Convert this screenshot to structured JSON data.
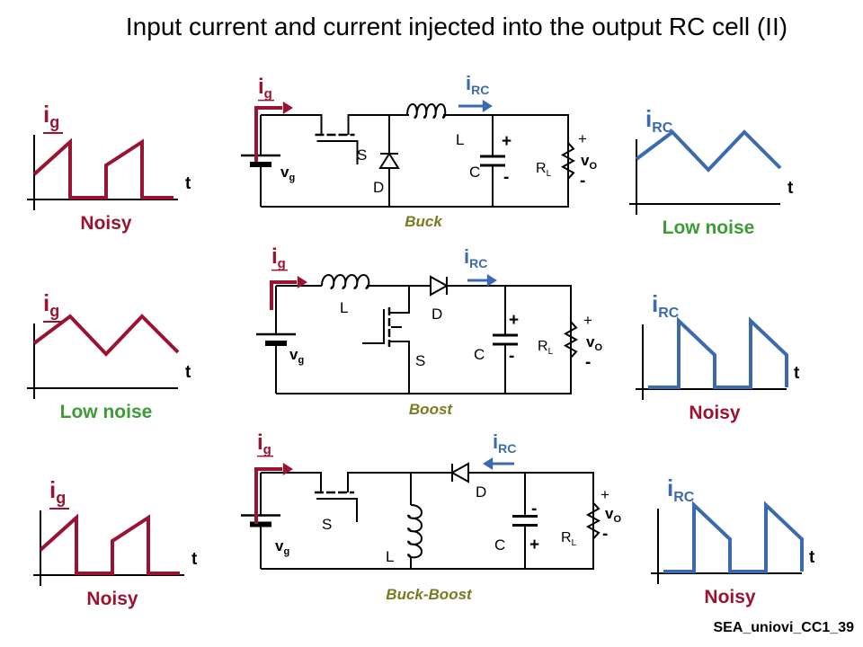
{
  "title": "Input current and current injected into the output RC cell (II)",
  "footer": "SEA_uniovi_CC1_39",
  "labels": {
    "ig": "i",
    "ig_sub": "g",
    "irc": "i",
    "irc_sub": "RC",
    "t": "t",
    "vg": "v",
    "vg_sub": "g",
    "vo": "v",
    "vo_sub": "O",
    "rl": "R",
    "rl_sub": "L",
    "L": "L",
    "C": "C",
    "D": "D",
    "S": "S",
    "plus": "+",
    "minus": "-"
  },
  "rows": [
    {
      "converter": "Buck",
      "input_noise": "Noisy",
      "output_noise": "Low noise"
    },
    {
      "converter": "Boost",
      "input_noise": "Low noise",
      "output_noise": "Noisy"
    },
    {
      "converter": "Buck-Boost",
      "input_noise": "Noisy",
      "output_noise": "Noisy"
    }
  ],
  "colors": {
    "input_current": "#9a1432",
    "output_current": "#3a6bb0",
    "noisy_text": "#c0203c",
    "low_noise_text": "#3d9b35",
    "converter_name": "#7a7a20"
  }
}
